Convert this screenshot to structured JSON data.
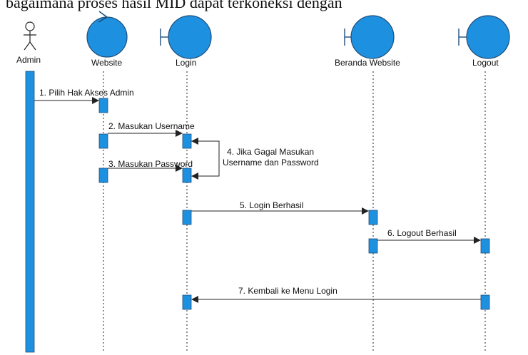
{
  "top_text": "bagaimana proses hasil MID dapat terkoneksi dengan",
  "colors": {
    "accent_fill": "#1e90e0",
    "activation_fill": "#1e90e0",
    "stroke": "#1f4f7a",
    "line": "#222222"
  },
  "participants": [
    {
      "name": "Admin",
      "kind": "actor-icon"
    },
    {
      "name": "Website",
      "kind": "control-icon"
    },
    {
      "name": "Login",
      "kind": "boundary-icon"
    },
    {
      "name": "Beranda Website",
      "kind": "boundary-icon"
    },
    {
      "name": "Logout",
      "kind": "boundary-icon"
    }
  ],
  "messages": [
    {
      "label": "1. Pilih Hak Akses Admin"
    },
    {
      "label": "2. Masukan Username"
    },
    {
      "label": "3. Masukan Password"
    },
    {
      "label_line1": "4. Jika Gagal Masukan",
      "label_line2": "Username dan Password"
    },
    {
      "label": "5. Login Berhasil"
    },
    {
      "label": "6. Logout Berhasil"
    },
    {
      "label": "7. Kembali ke Menu Login"
    }
  ]
}
